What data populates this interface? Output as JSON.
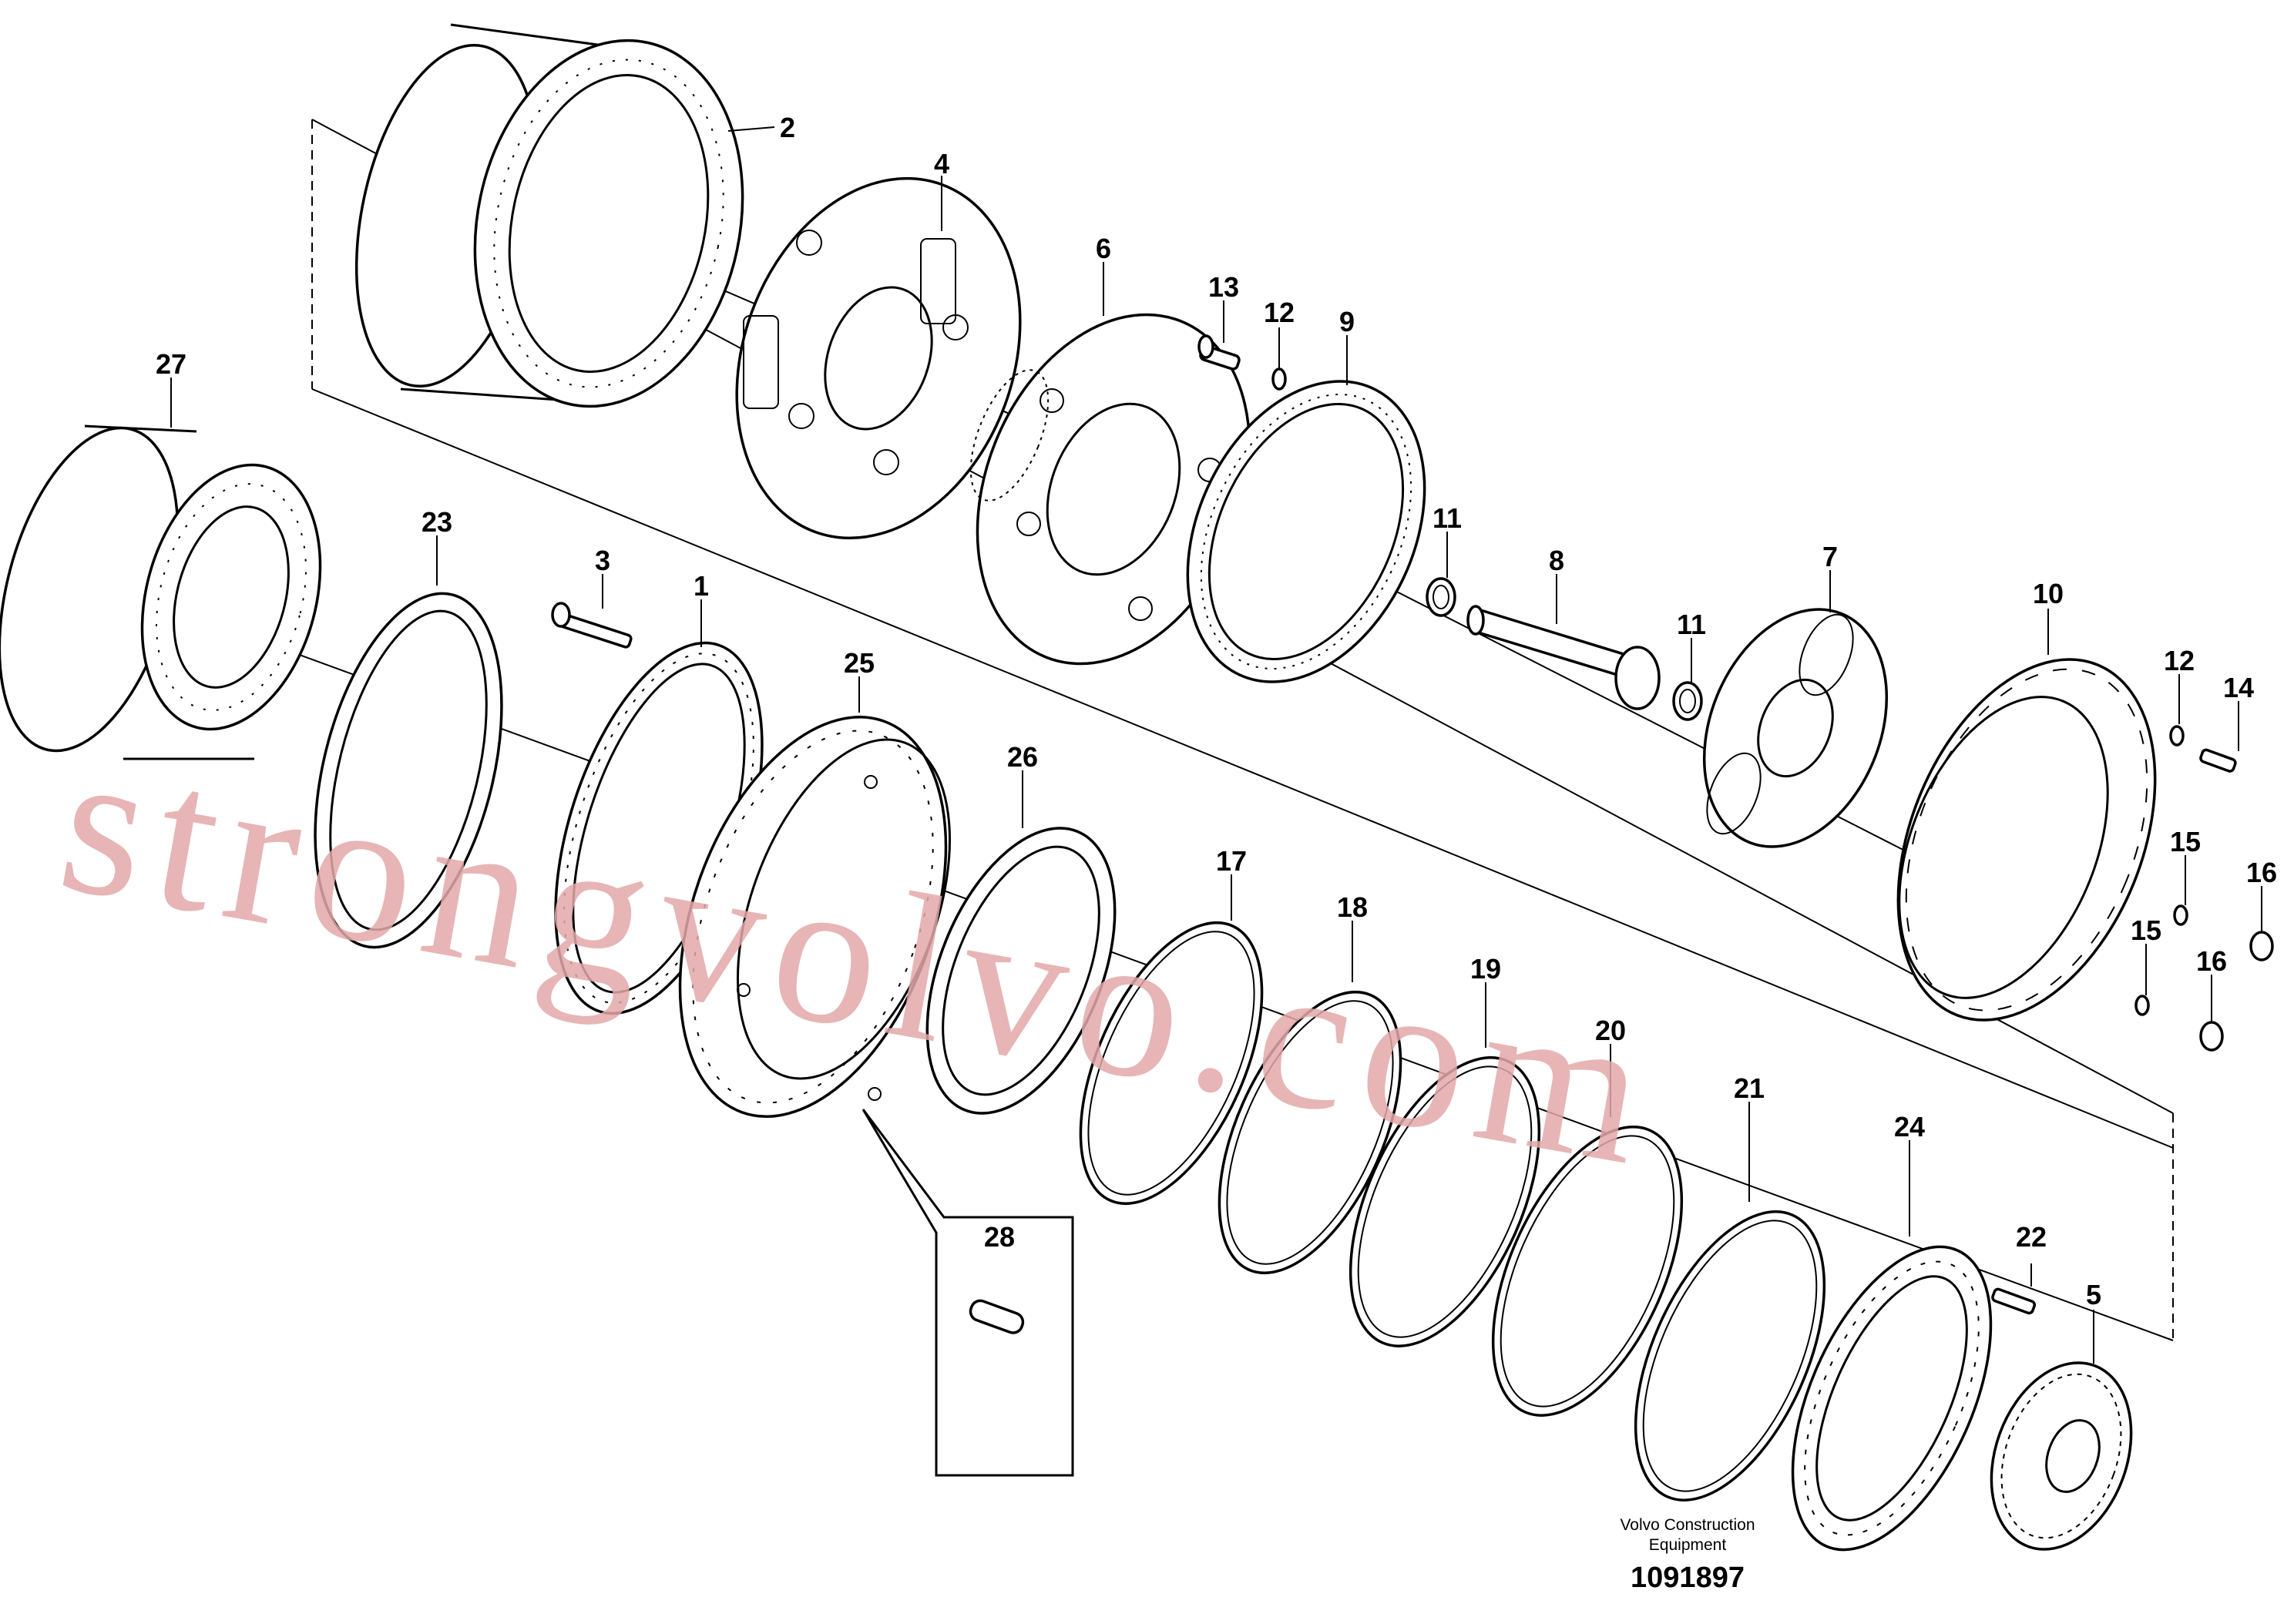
{
  "parts": [
    {
      "id": "2",
      "label": "2"
    },
    {
      "id": "4",
      "label": "4"
    },
    {
      "id": "6",
      "label": "6"
    },
    {
      "id": "13",
      "label": "13"
    },
    {
      "id": "12a",
      "label": "12"
    },
    {
      "id": "9",
      "label": "9"
    },
    {
      "id": "27",
      "label": "27"
    },
    {
      "id": "23",
      "label": "23"
    },
    {
      "id": "3",
      "label": "3"
    },
    {
      "id": "1",
      "label": "1"
    },
    {
      "id": "11a",
      "label": "11"
    },
    {
      "id": "8",
      "label": "8"
    },
    {
      "id": "11b",
      "label": "11"
    },
    {
      "id": "7",
      "label": "7"
    },
    {
      "id": "10",
      "label": "10"
    },
    {
      "id": "12b",
      "label": "12"
    },
    {
      "id": "14",
      "label": "14"
    },
    {
      "id": "25",
      "label": "25"
    },
    {
      "id": "26",
      "label": "26"
    },
    {
      "id": "15a",
      "label": "15"
    },
    {
      "id": "16a",
      "label": "16"
    },
    {
      "id": "15b",
      "label": "15"
    },
    {
      "id": "16b",
      "label": "16"
    },
    {
      "id": "17",
      "label": "17"
    },
    {
      "id": "18",
      "label": "18"
    },
    {
      "id": "19",
      "label": "19"
    },
    {
      "id": "20",
      "label": "20"
    },
    {
      "id": "21",
      "label": "21"
    },
    {
      "id": "24",
      "label": "24"
    },
    {
      "id": "22",
      "label": "22"
    },
    {
      "id": "5",
      "label": "5"
    },
    {
      "id": "28",
      "label": "28"
    }
  ],
  "footer": {
    "company_line1": "Volvo Construction",
    "company_line2": "Equipment",
    "drawing_number": "1091897"
  },
  "watermark": "strongvolvo.com",
  "colors": {
    "ink": "#000000",
    "watermark": "#e3a9a9",
    "background": "#ffffff"
  }
}
